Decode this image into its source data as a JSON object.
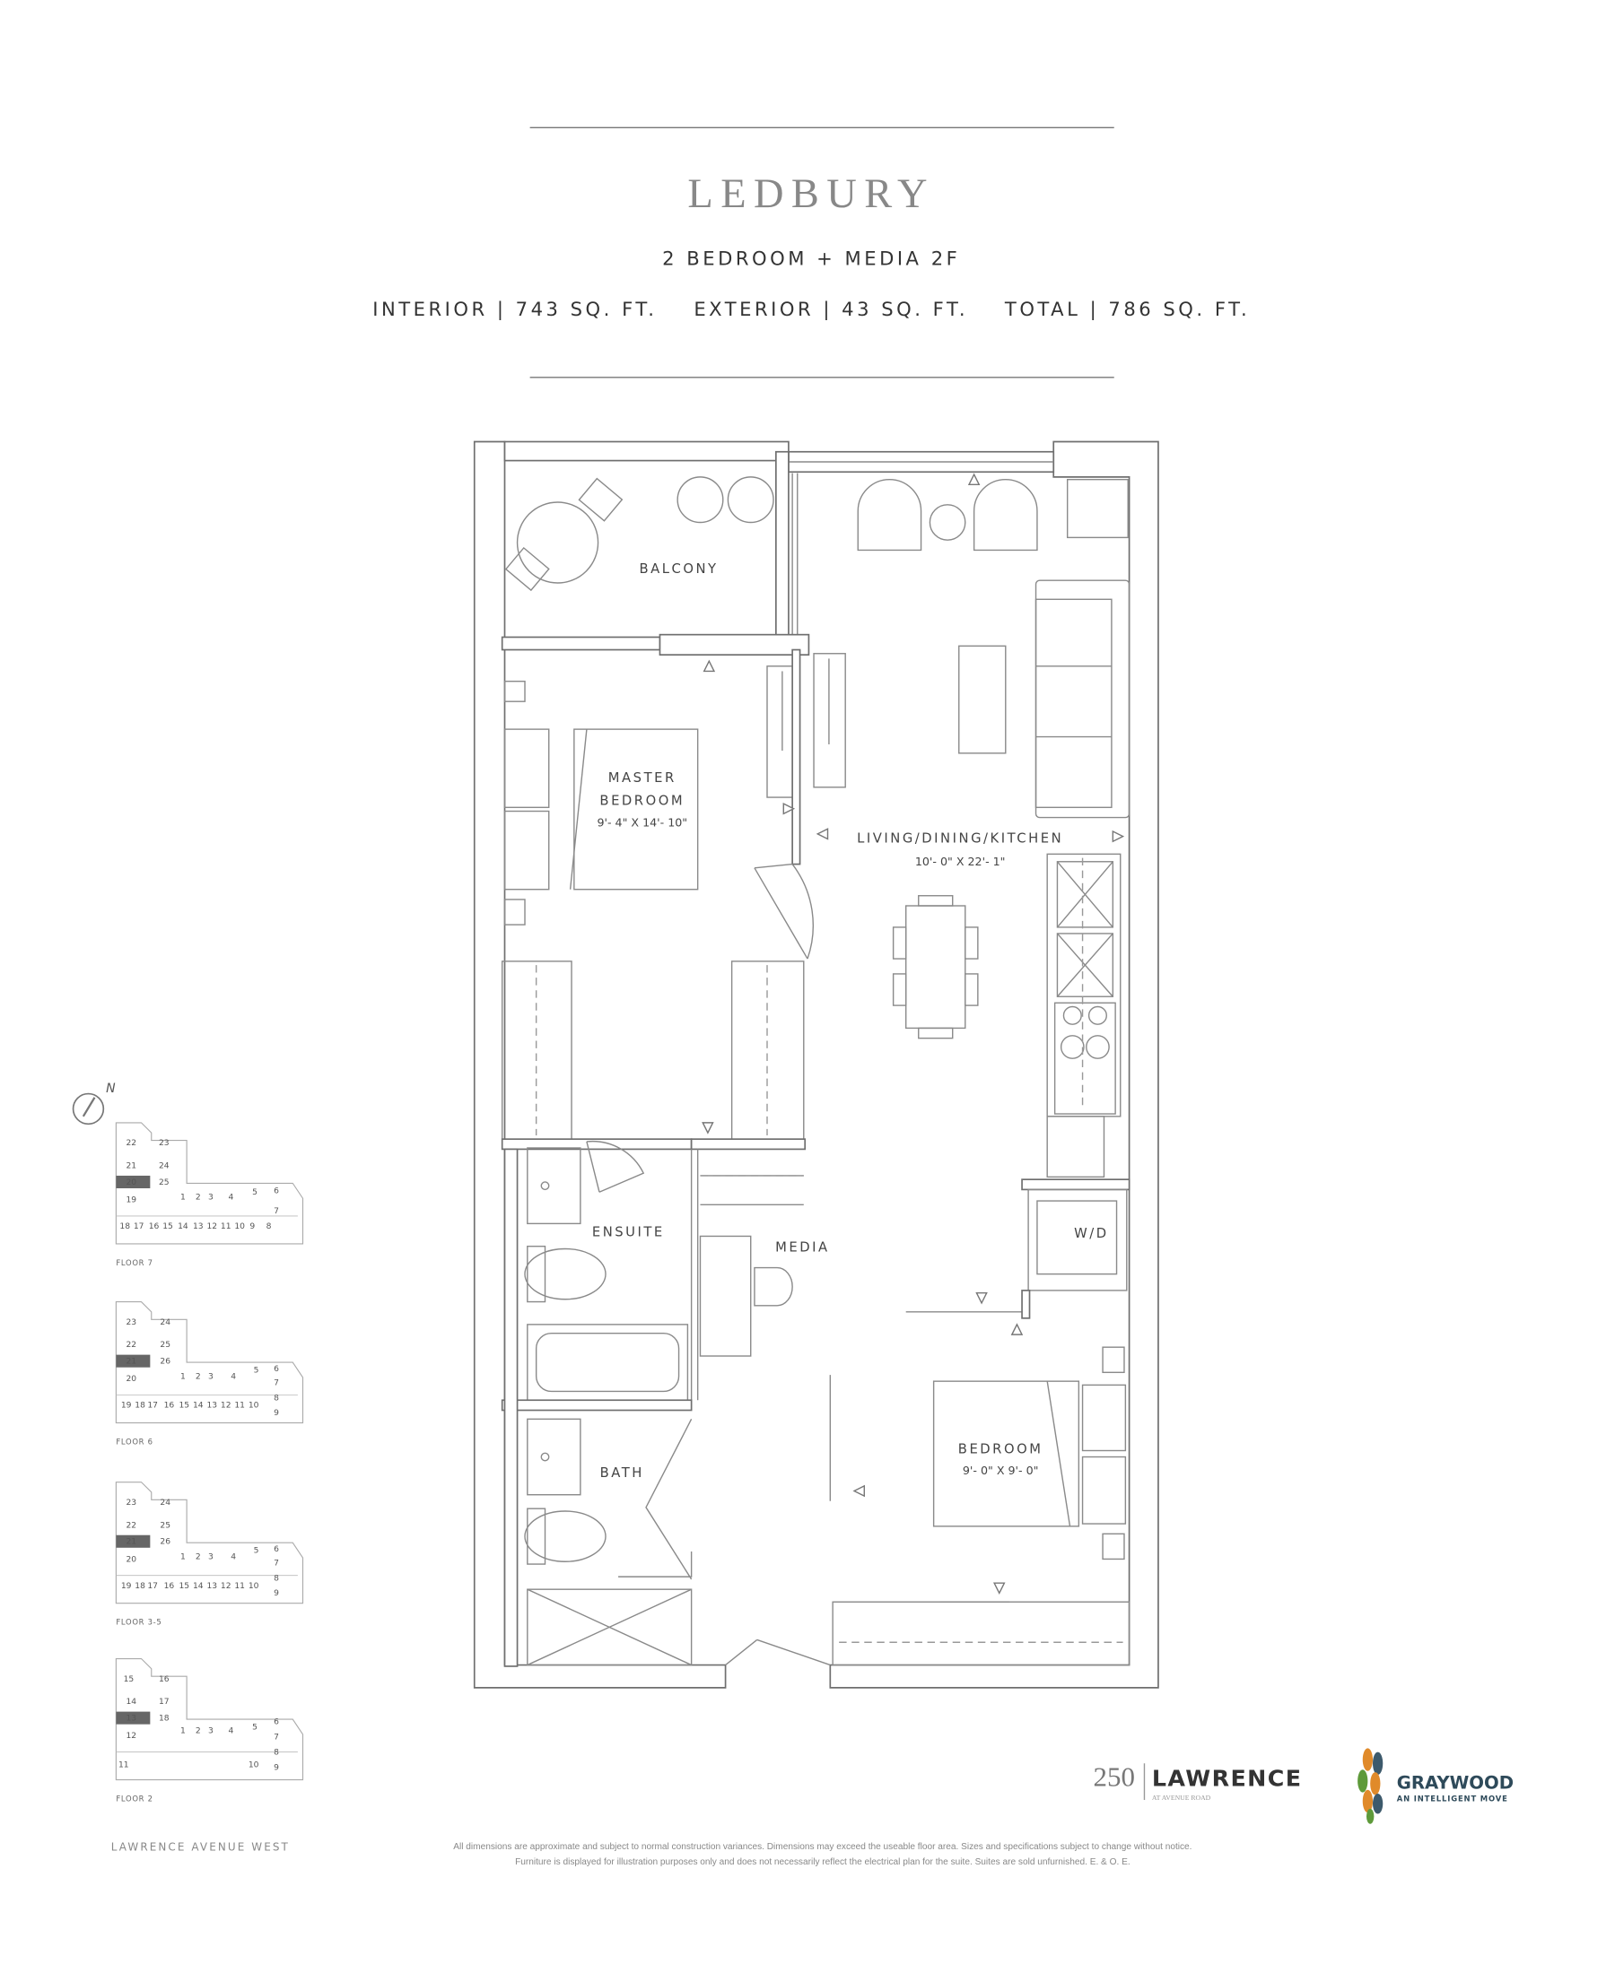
{
  "header": {
    "title": "LEDBURY",
    "unit_type": "2 BEDROOM + MEDIA 2F",
    "areas": "INTERIOR | 743 SQ. FT.    EXTERIOR | 43 SQ. FT.    TOTAL | 786 SQ. FT."
  },
  "rooms": {
    "balcony": "BALCONY",
    "master_1": "MASTER",
    "master_2": "BEDROOM",
    "master_dim": "9'- 4\" X 14'- 10\"",
    "living": "LIVING/DINING/KITCHEN",
    "living_dim": "10'- 0\" X 22'- 1\"",
    "ensuite": "ENSUITE",
    "media": "MEDIA",
    "wd": "W/D",
    "bath": "BATH",
    "bedroom": "BEDROOM",
    "bedroom_dim": "9'- 0\" X 9'- 0\""
  },
  "key_plans": {
    "north_label": "N",
    "floors": [
      {
        "label": "FLOOR 7",
        "highlight": "20",
        "units": [
          "22",
          "23",
          "21",
          "24",
          "20",
          "25",
          "19",
          "1",
          "2",
          "3",
          "4",
          "5",
          "6",
          "7",
          "18",
          "17",
          "16",
          "15",
          "14",
          "13",
          "12",
          "11",
          "10",
          "9",
          "8"
        ]
      },
      {
        "label": "FLOOR 6",
        "highlight": "21",
        "units": [
          "23",
          "24",
          "22",
          "25",
          "21",
          "26",
          "20",
          "1",
          "2",
          "3",
          "4",
          "5",
          "6",
          "7",
          "8",
          "9",
          "19",
          "18",
          "17",
          "16",
          "15",
          "14",
          "13",
          "12",
          "11",
          "10"
        ]
      },
      {
        "label": "FLOOR 3-5",
        "highlight": "21",
        "units": [
          "23",
          "24",
          "22",
          "25",
          "21",
          "26",
          "20",
          "1",
          "2",
          "3",
          "4",
          "5",
          "6",
          "7",
          "8",
          "9",
          "19",
          "18",
          "17",
          "16",
          "15",
          "14",
          "13",
          "12",
          "11",
          "10"
        ]
      },
      {
        "label": "FLOOR 2",
        "highlight": "13",
        "units": [
          "15",
          "16",
          "14",
          "17",
          "13",
          "18",
          "12",
          "1",
          "2",
          "3",
          "4",
          "5",
          "6",
          "7",
          "8",
          "9",
          "11",
          "10"
        ]
      }
    ],
    "street": "LAWRENCE AVENUE WEST"
  },
  "branding": {
    "project_number": "250",
    "project_name": "LAWRENCE",
    "project_tagline": "AT AVENUE ROAD",
    "developer": "GRAYWOOD",
    "developer_tagline": "AN INTELLIGENT MOVE",
    "colors": {
      "graywood_text": "#2e4a5a",
      "leaf_orange": "#e08a2a",
      "leaf_green": "#5e9a3a",
      "leaf_blue": "#3d5a6c"
    }
  },
  "disclaimer": {
    "line1": "All dimensions are approximate and subject to normal construction variances. Dimensions may exceed the useable floor area. Sizes and specifications subject to change without notice.",
    "line2": "Furniture is displayed for illustration purposes only and does not necessarily reflect the electrical plan for the suite. Suites are sold unfurnished. E. & O. E."
  }
}
